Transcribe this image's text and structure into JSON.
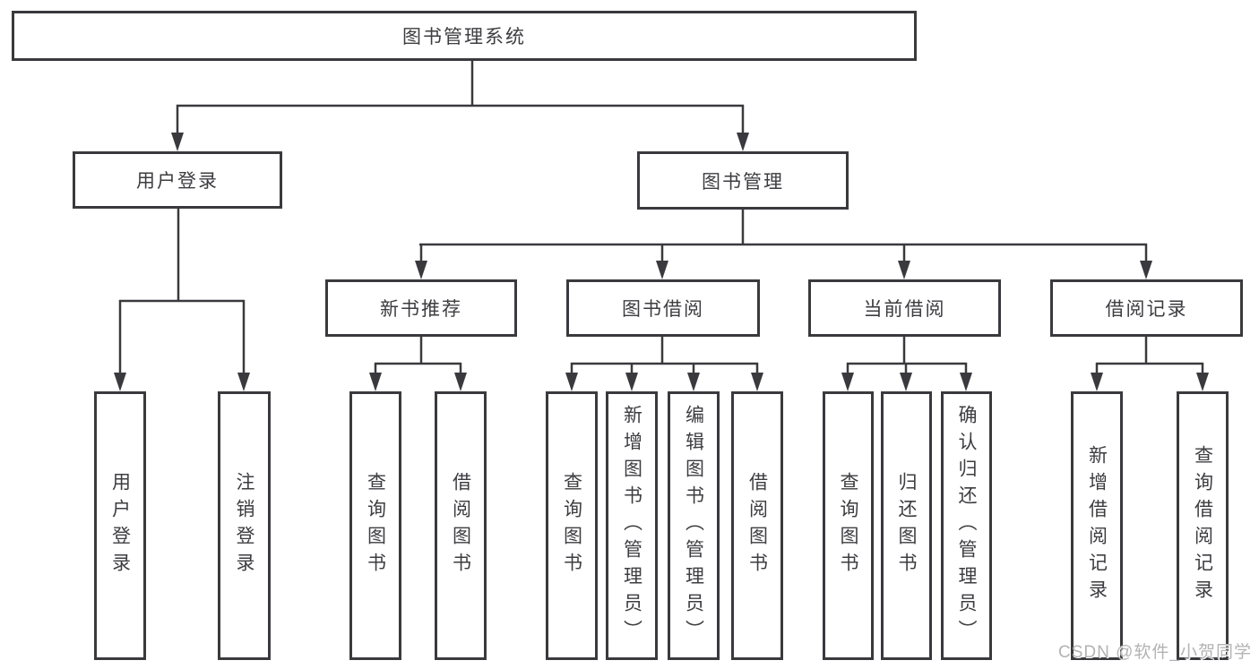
{
  "colors": {
    "line": "#3a3a3e",
    "box_border": "#3a3a3e",
    "box_background": "#ffffff",
    "text": "#3d3d41",
    "watermark": "#b3b3b3",
    "page_background": "#ffffff"
  },
  "watermark": {
    "text": "CSDN @软件_小贺同学"
  },
  "tree": {
    "root": {
      "label": "图书管理系统",
      "children": [
        {
          "label": "用户登录",
          "children": [
            {
              "label": "用户登录"
            },
            {
              "label": "注销登录"
            }
          ]
        },
        {
          "label": "图书管理",
          "children": [
            {
              "label": "新书推荐",
              "children": [
                {
                  "label": "查询图书"
                },
                {
                  "label": "借阅图书"
                }
              ]
            },
            {
              "label": "图书借阅",
              "children": [
                {
                  "label": "查询图书"
                },
                {
                  "label": "新增图书（管理员）"
                },
                {
                  "label": "编辑图书（管理员）"
                },
                {
                  "label": "借阅图书"
                }
              ]
            },
            {
              "label": "当前借阅",
              "children": [
                {
                  "label": "查询图书"
                },
                {
                  "label": "归还图书"
                },
                {
                  "label": "确认归还（管理员）"
                }
              ]
            },
            {
              "label": "借阅记录",
              "children": [
                {
                  "label": "新增借阅记录"
                },
                {
                  "label": "查询借阅记录"
                }
              ]
            }
          ]
        }
      ]
    }
  }
}
